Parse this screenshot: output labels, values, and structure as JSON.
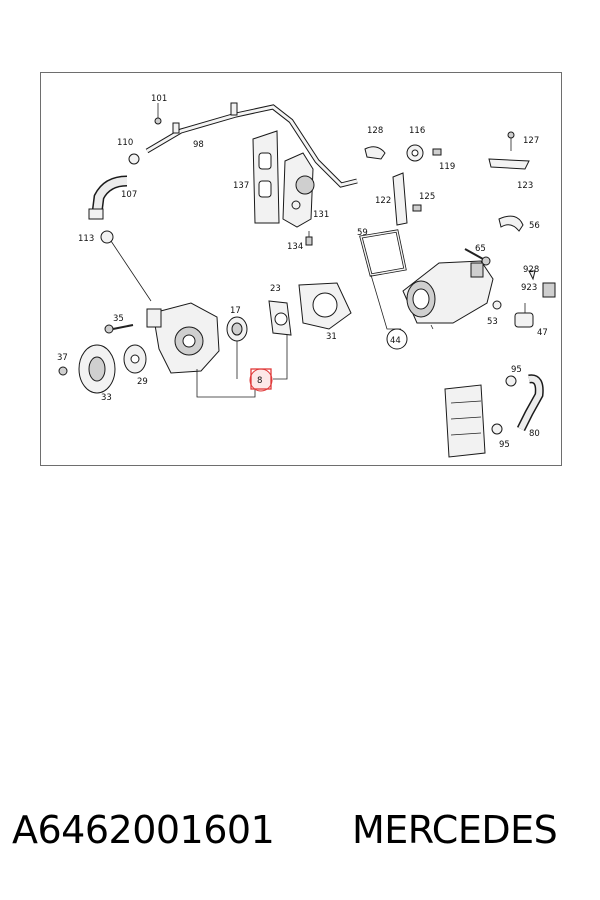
{
  "diagram": {
    "callouts": {
      "c101": "101",
      "c98": "98",
      "c110": "110",
      "c107": "107",
      "c113": "113",
      "c137": "137",
      "c131": "131",
      "c134": "134",
      "c128": "128",
      "c116": "116",
      "c119": "119",
      "c127": "127",
      "c123": "123",
      "c122": "122",
      "c125": "125",
      "c56": "56",
      "c59": "59",
      "c65": "65",
      "c928": "928",
      "c923": "923",
      "c53": "53",
      "c47": "47",
      "c44": "44",
      "c35": "35",
      "c17": "17",
      "c23": "23",
      "c31": "31",
      "c37": "37",
      "c29": "29",
      "c33": "33",
      "c8": "8",
      "c95a": "95",
      "c95b": "95",
      "c80": "80"
    },
    "highlight_color": "#e03a3a"
  },
  "caption": {
    "part_number": "A6462001601",
    "brand": "MERCEDES"
  }
}
